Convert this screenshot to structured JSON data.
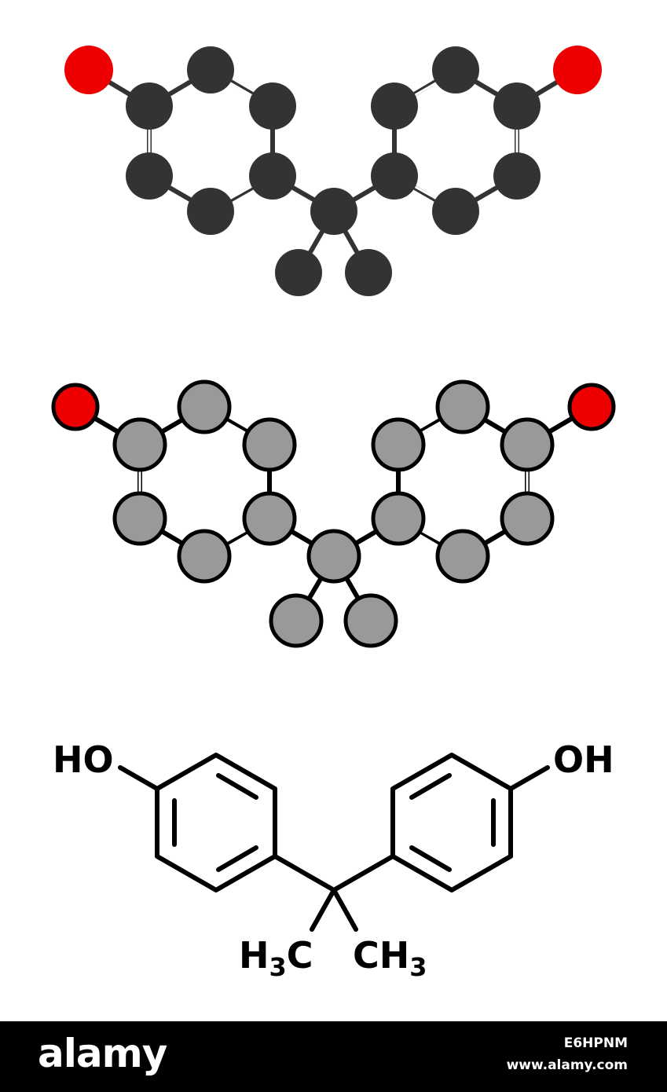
{
  "skeletal_formula": {
    "ho_left": "HO",
    "oh_right": "OH",
    "methyl_left": {
      "main": "H",
      "sub": "3",
      "tail": "C"
    },
    "methyl_right": {
      "main": "CH",
      "sub": "3"
    }
  },
  "footer": {
    "brand": "alamy",
    "image_id": "E6HPNM",
    "url": "www.alamy.com"
  },
  "colors": {
    "carbon_dark": "#333333",
    "carbon_light": "#999999",
    "oxygen": "#ee0000",
    "bond": "#000000",
    "footer_bg": "#000000"
  }
}
